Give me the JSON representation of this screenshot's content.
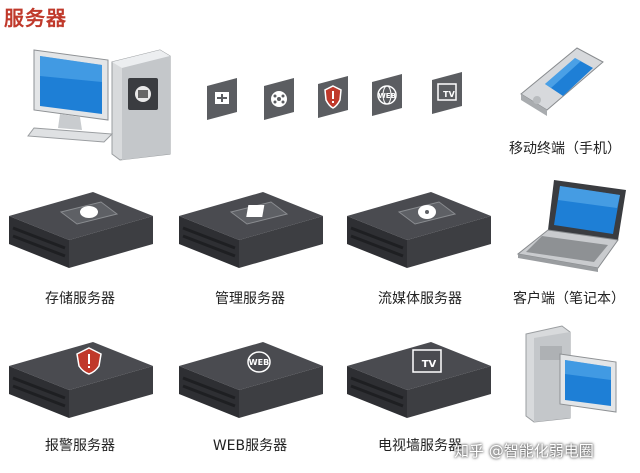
{
  "title": "服务器",
  "labels": {
    "mobile": "移动终端（手机）",
    "storage": "存储服务器",
    "management": "管理服务器",
    "streaming": "流媒体服务器",
    "client": "客户端（笔记本）",
    "alarm": "报警服务器",
    "web": "WEB服务器",
    "tvwall": "电视墙服务器"
  },
  "watermark": "知乎 @智能化弱电圈",
  "icon_text": {
    "web": "WEB",
    "tv": "TV"
  },
  "colors": {
    "title": "#c0392b",
    "server_body": "#3f4044",
    "screen_blue": "#1e7fd6"
  }
}
